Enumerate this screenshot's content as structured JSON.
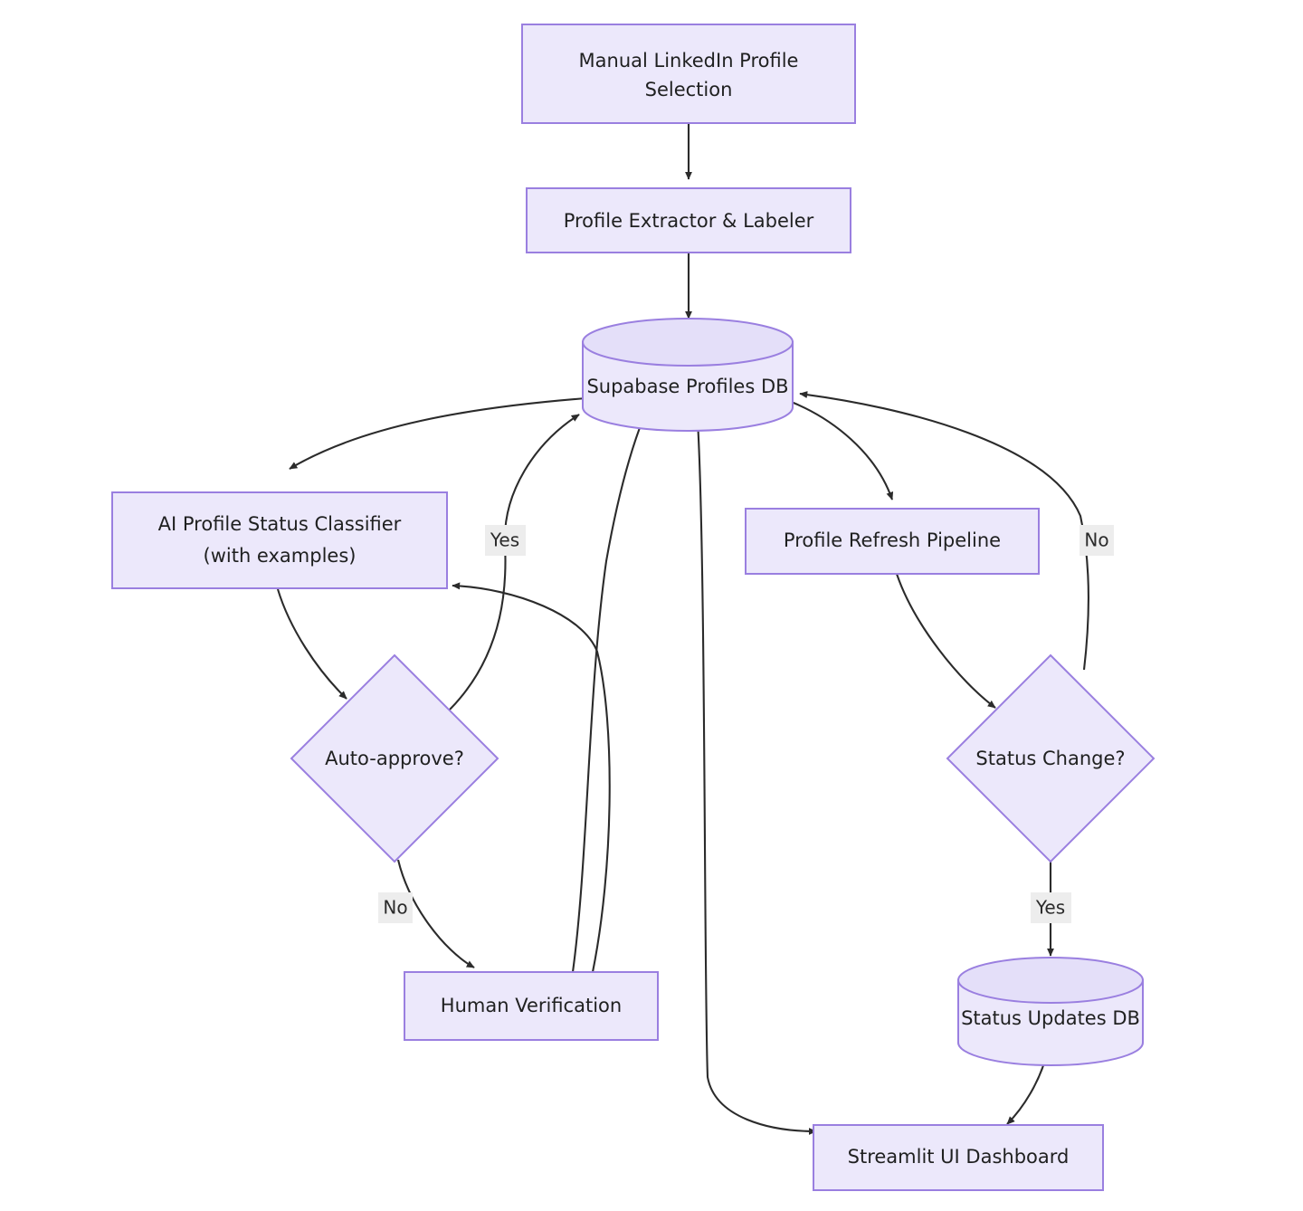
{
  "diagram": {
    "type": "flowchart",
    "direction": "top-down",
    "background_color": "#ffffff",
    "node_fill_color": "#ECE8FB",
    "node_stroke_color": "#9A7FE0",
    "edge_color": "#2B2B2B",
    "text_color": "#1F2020",
    "edge_label_bg_color": "#EDEDED",
    "nodes": [
      {
        "id": "manual-selection",
        "shape": "rect",
        "lines": [
          "Manual LinkedIn Profile",
          "Selection"
        ]
      },
      {
        "id": "profile-extractor",
        "shape": "rect",
        "lines": [
          "Profile Extractor & Labeler"
        ]
      },
      {
        "id": "supabase-profiles-db",
        "shape": "cylinder",
        "lines": [
          "Supabase Profiles DB"
        ]
      },
      {
        "id": "ai-classifier",
        "shape": "rect",
        "lines": [
          "AI Profile Status Classifier",
          "(with examples)"
        ]
      },
      {
        "id": "auto-approve",
        "shape": "diamond",
        "lines": [
          "Auto-approve?"
        ]
      },
      {
        "id": "human-verification",
        "shape": "rect",
        "lines": [
          "Human Verification"
        ]
      },
      {
        "id": "profile-refresh-pipeline",
        "shape": "rect",
        "lines": [
          "Profile Refresh Pipeline"
        ]
      },
      {
        "id": "status-change",
        "shape": "diamond",
        "lines": [
          "Status Change?"
        ]
      },
      {
        "id": "status-updates-db",
        "shape": "cylinder",
        "lines": [
          "Status Updates DB"
        ]
      },
      {
        "id": "streamlit-dashboard",
        "shape": "rect",
        "lines": [
          "Streamlit UI Dashboard"
        ]
      }
    ],
    "edges": [
      {
        "from": "manual-selection",
        "to": "profile-extractor",
        "label": ""
      },
      {
        "from": "profile-extractor",
        "to": "supabase-profiles-db",
        "label": ""
      },
      {
        "from": "supabase-profiles-db",
        "to": "ai-classifier",
        "label": ""
      },
      {
        "from": "ai-classifier",
        "to": "auto-approve",
        "label": ""
      },
      {
        "from": "auto-approve",
        "to": "supabase-profiles-db",
        "label": "Yes"
      },
      {
        "from": "auto-approve",
        "to": "human-verification",
        "label": "No"
      },
      {
        "from": "human-verification",
        "to": "ai-classifier",
        "label": ""
      },
      {
        "from": "human-verification",
        "to": "supabase-profiles-db",
        "label": ""
      },
      {
        "from": "supabase-profiles-db",
        "to": "profile-refresh-pipeline",
        "label": ""
      },
      {
        "from": "profile-refresh-pipeline",
        "to": "status-change",
        "label": ""
      },
      {
        "from": "status-change",
        "to": "supabase-profiles-db",
        "label": "No"
      },
      {
        "from": "status-change",
        "to": "status-updates-db",
        "label": "Yes"
      },
      {
        "from": "status-updates-db",
        "to": "streamlit-dashboard",
        "label": ""
      },
      {
        "from": "supabase-profiles-db",
        "to": "streamlit-dashboard",
        "label": ""
      }
    ],
    "labels": {
      "manual_selection_line1": "Manual LinkedIn Profile",
      "manual_selection_line2": "Selection",
      "profile_extractor": "Profile Extractor & Labeler",
      "supabase_profiles_db": "Supabase Profiles DB",
      "ai_classifier_line1": "AI Profile Status Classifier",
      "ai_classifier_line2": "(with examples)",
      "auto_approve": "Auto-approve?",
      "human_verification": "Human Verification",
      "profile_refresh_pipeline": "Profile Refresh Pipeline",
      "status_change": "Status Change?",
      "status_updates_db": "Status Updates DB",
      "streamlit_dashboard": "Streamlit UI Dashboard",
      "edge_yes_auto_approve": "Yes",
      "edge_no_auto_approve": "No",
      "edge_no_status_change": "No",
      "edge_yes_status_change": "Yes"
    }
  }
}
